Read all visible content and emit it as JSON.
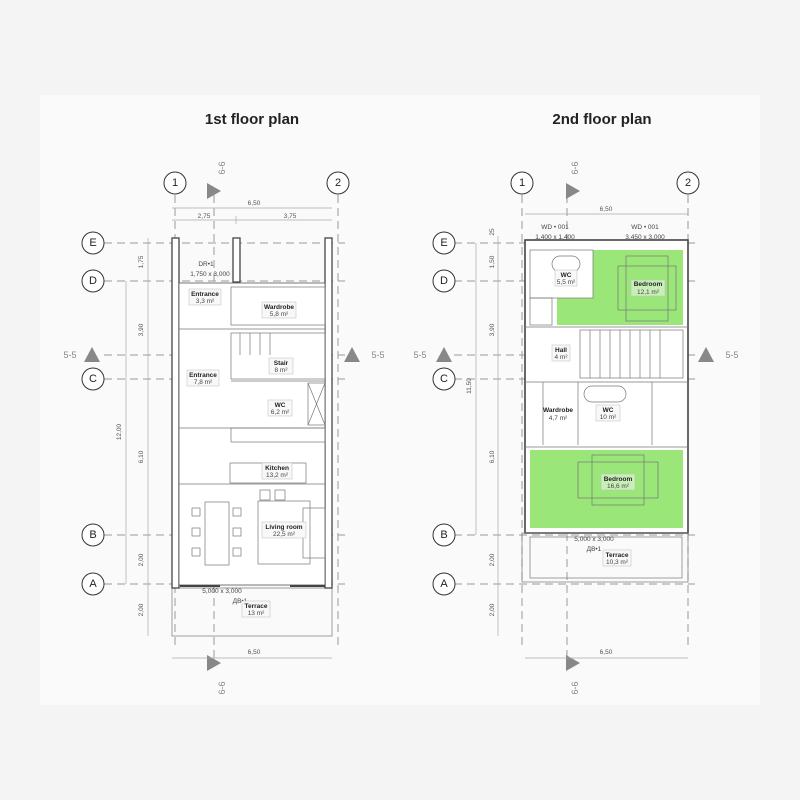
{
  "floor1": {
    "title": "1st floor plan",
    "grid_cols": [
      "1",
      "2"
    ],
    "grid_rows": [
      "E",
      "D",
      "C",
      "B",
      "A"
    ],
    "dims_top": {
      "total": "6,50",
      "left": "2,75",
      "right": "3,75"
    },
    "dims_left": {
      "e_d": "1,75",
      "d_c": "3,90",
      "c_b": "6,10",
      "b_a": "2,00",
      "a_end": "2,00",
      "total": "12,00"
    },
    "dim_bottom": "6,50",
    "section_v": "6-6",
    "section_h": "5-5",
    "door_top": {
      "tag": "DR•1",
      "size": "1,750 x 3,000"
    },
    "door_bottom": {
      "tag": "ДВ•1",
      "size": "5,000 x 3,000"
    },
    "rooms": [
      {
        "name": "Entrance",
        "area": "3,3 m²"
      },
      {
        "name": "Wardrobe",
        "area": "5,8 m²"
      },
      {
        "name": "Stair",
        "area": "8 m²"
      },
      {
        "name": "Entrance",
        "area": "7,8 m²"
      },
      {
        "name": "WC",
        "area": "6,2 m²"
      },
      {
        "name": "Kitchen",
        "area": "13,2 m²"
      },
      {
        "name": "Living room",
        "area": "22,5 m²"
      },
      {
        "name": "Terrace",
        "area": "13 m²"
      }
    ]
  },
  "floor2": {
    "title": "2nd floor plan",
    "grid_cols": [
      "1",
      "2"
    ],
    "grid_rows": [
      "E",
      "D",
      "C",
      "B",
      "A"
    ],
    "dims_top": {
      "total": "6,50"
    },
    "windows": [
      {
        "tag": "WD • 001",
        "size": "1,400 x 1,400"
      },
      {
        "tag": "WD • 001",
        "size": "3,450 x 3,000"
      }
    ],
    "dims_left": {
      "top": "25",
      "e_d": "1,50",
      "d_c": "3,90",
      "c_b": "6,10",
      "b_a": "2,00",
      "a_end": "2,00",
      "total": "11,50"
    },
    "dim_bottom": "6,50",
    "section_v": "6-6",
    "section_h": "5-5",
    "door_bottom": {
      "tag": "ДВ•1",
      "size": "5,000 x 3,000"
    },
    "rooms": [
      {
        "name": "WC",
        "area": "5,5 m²"
      },
      {
        "name": "Bedroom",
        "area": "12,1 m²"
      },
      {
        "name": "Hall",
        "area": "4 m²"
      },
      {
        "name": "Wardrobe",
        "area": "4,7 m²"
      },
      {
        "name": "WC",
        "area": "10 m²"
      },
      {
        "name": "Bedroom",
        "area": "16,6 m²"
      },
      {
        "name": "Terrace",
        "area": "10,3 m²"
      }
    ]
  },
  "colors": {
    "highlight": "#8fe36a"
  }
}
